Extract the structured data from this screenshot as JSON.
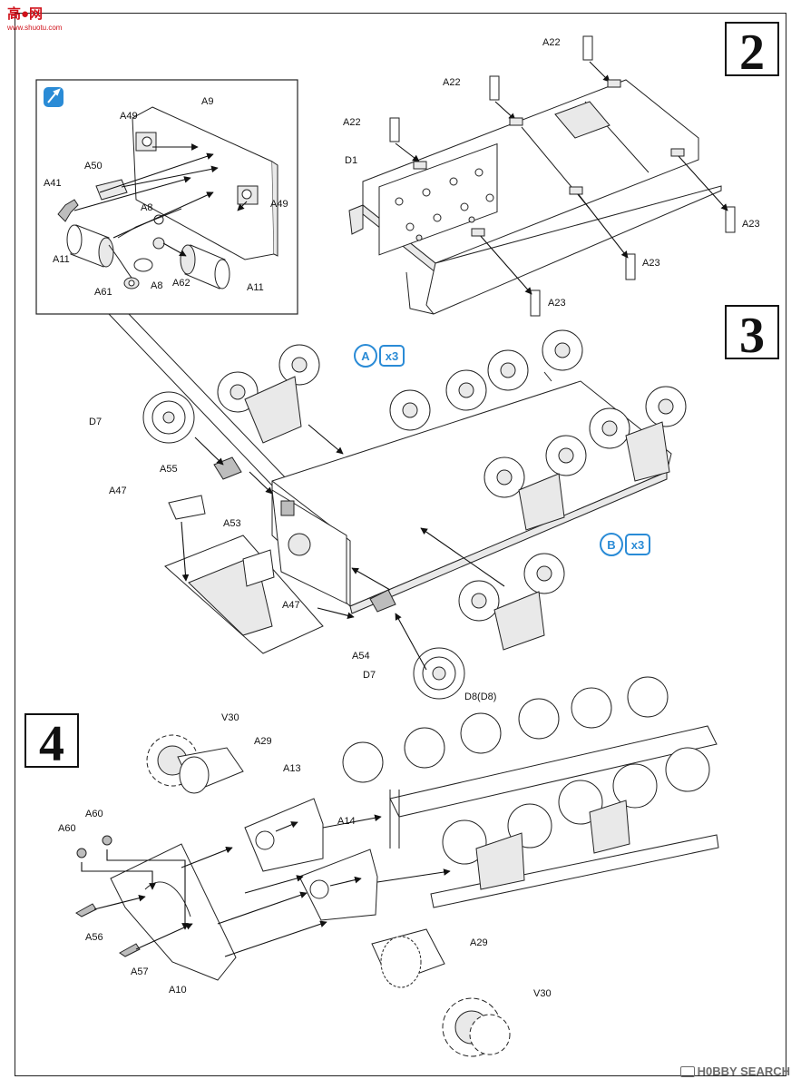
{
  "logo": {
    "main": "高●网",
    "sub": "www.shuotu.com"
  },
  "watermark": {
    "text": "H0BBY SEARCH"
  },
  "steps": {
    "s2": "2",
    "s3": "3",
    "s4": "4"
  },
  "callouts": {
    "a": {
      "letter": "A",
      "mult": "x3"
    },
    "b": {
      "letter": "B",
      "mult": "x3"
    }
  },
  "labels": {
    "a9": "A9",
    "a49_top": "A49",
    "a49_right": "A49",
    "a50": "A50",
    "a41": "A41",
    "a8_top": "A8",
    "a8_bottom": "A8",
    "a11_left": "A11",
    "a11_right": "A11",
    "a61": "A61",
    "a62": "A62",
    "a22_1": "A22",
    "a22_2": "A22",
    "a22_3": "A22",
    "d1": "D1",
    "a23_1": "A23",
    "a23_2": "A23",
    "a23_3": "A23",
    "d7_top": "D7",
    "a55": "A55",
    "a47_top": "A47",
    "a53": "A53",
    "a47_bottom": "A47",
    "a54": "A54",
    "d7_bottom": "D7",
    "d8": "D8(D8)",
    "v30_top": "V30",
    "a29_top": "A29",
    "a13": "A13",
    "a14": "A14",
    "a60_1": "A60",
    "a60_2": "A60",
    "a56": "A56",
    "a57": "A57",
    "a10": "A10",
    "a29_bottom": "A29",
    "v30_bottom": "V30"
  },
  "colors": {
    "callout": "#2a8bd6",
    "logo": "#d0121b",
    "ink": "#222222"
  }
}
